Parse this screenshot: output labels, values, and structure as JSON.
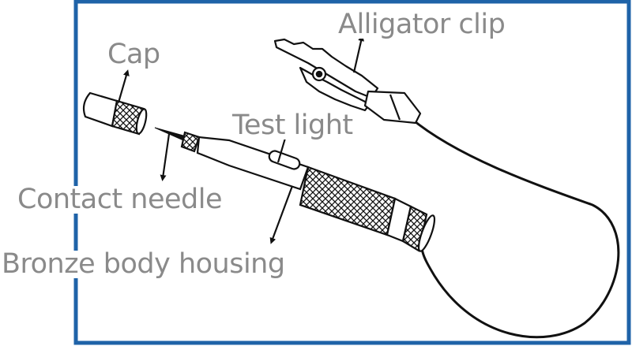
{
  "labels": {
    "alligator_clip": "Alligator clip",
    "cap": "Cap",
    "test_light": "Test light",
    "contact_needle": "Contact needle",
    "bronze_body_housing": "Bronze body housing"
  },
  "colors": {
    "frame": "#1f63a8",
    "label_text": "#8a8a8a",
    "line_art": "#111111"
  }
}
